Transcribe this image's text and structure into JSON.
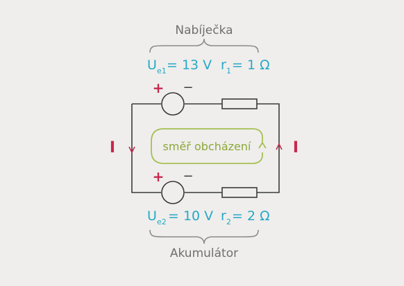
{
  "charger_label": "Nabíječka",
  "battery_label": "Akumulátor",
  "charger": {
    "ue_main": "U",
    "ue_sub": "e1",
    "ue_value": "= 13 V",
    "r_main": "r",
    "r_sub": "1",
    "r_value": "= 1 Ω"
  },
  "battery": {
    "ue_main": "U",
    "ue_sub": "e2",
    "ue_value": "= 10 V",
    "r_main": "r",
    "r_sub": "2",
    "r_value": "= 2 Ω"
  },
  "plus_sign": "+",
  "minus_sign": "−",
  "current_label_left": "I",
  "current_label_right": "I",
  "loop_label": "směř obcházení",
  "colors": {
    "background": "#efeeec",
    "wire": "#3a3a3a",
    "cyan": "#27a8c6",
    "red": "#c8284e",
    "green": "#8ca83a",
    "gray": "#6f6f6f"
  }
}
